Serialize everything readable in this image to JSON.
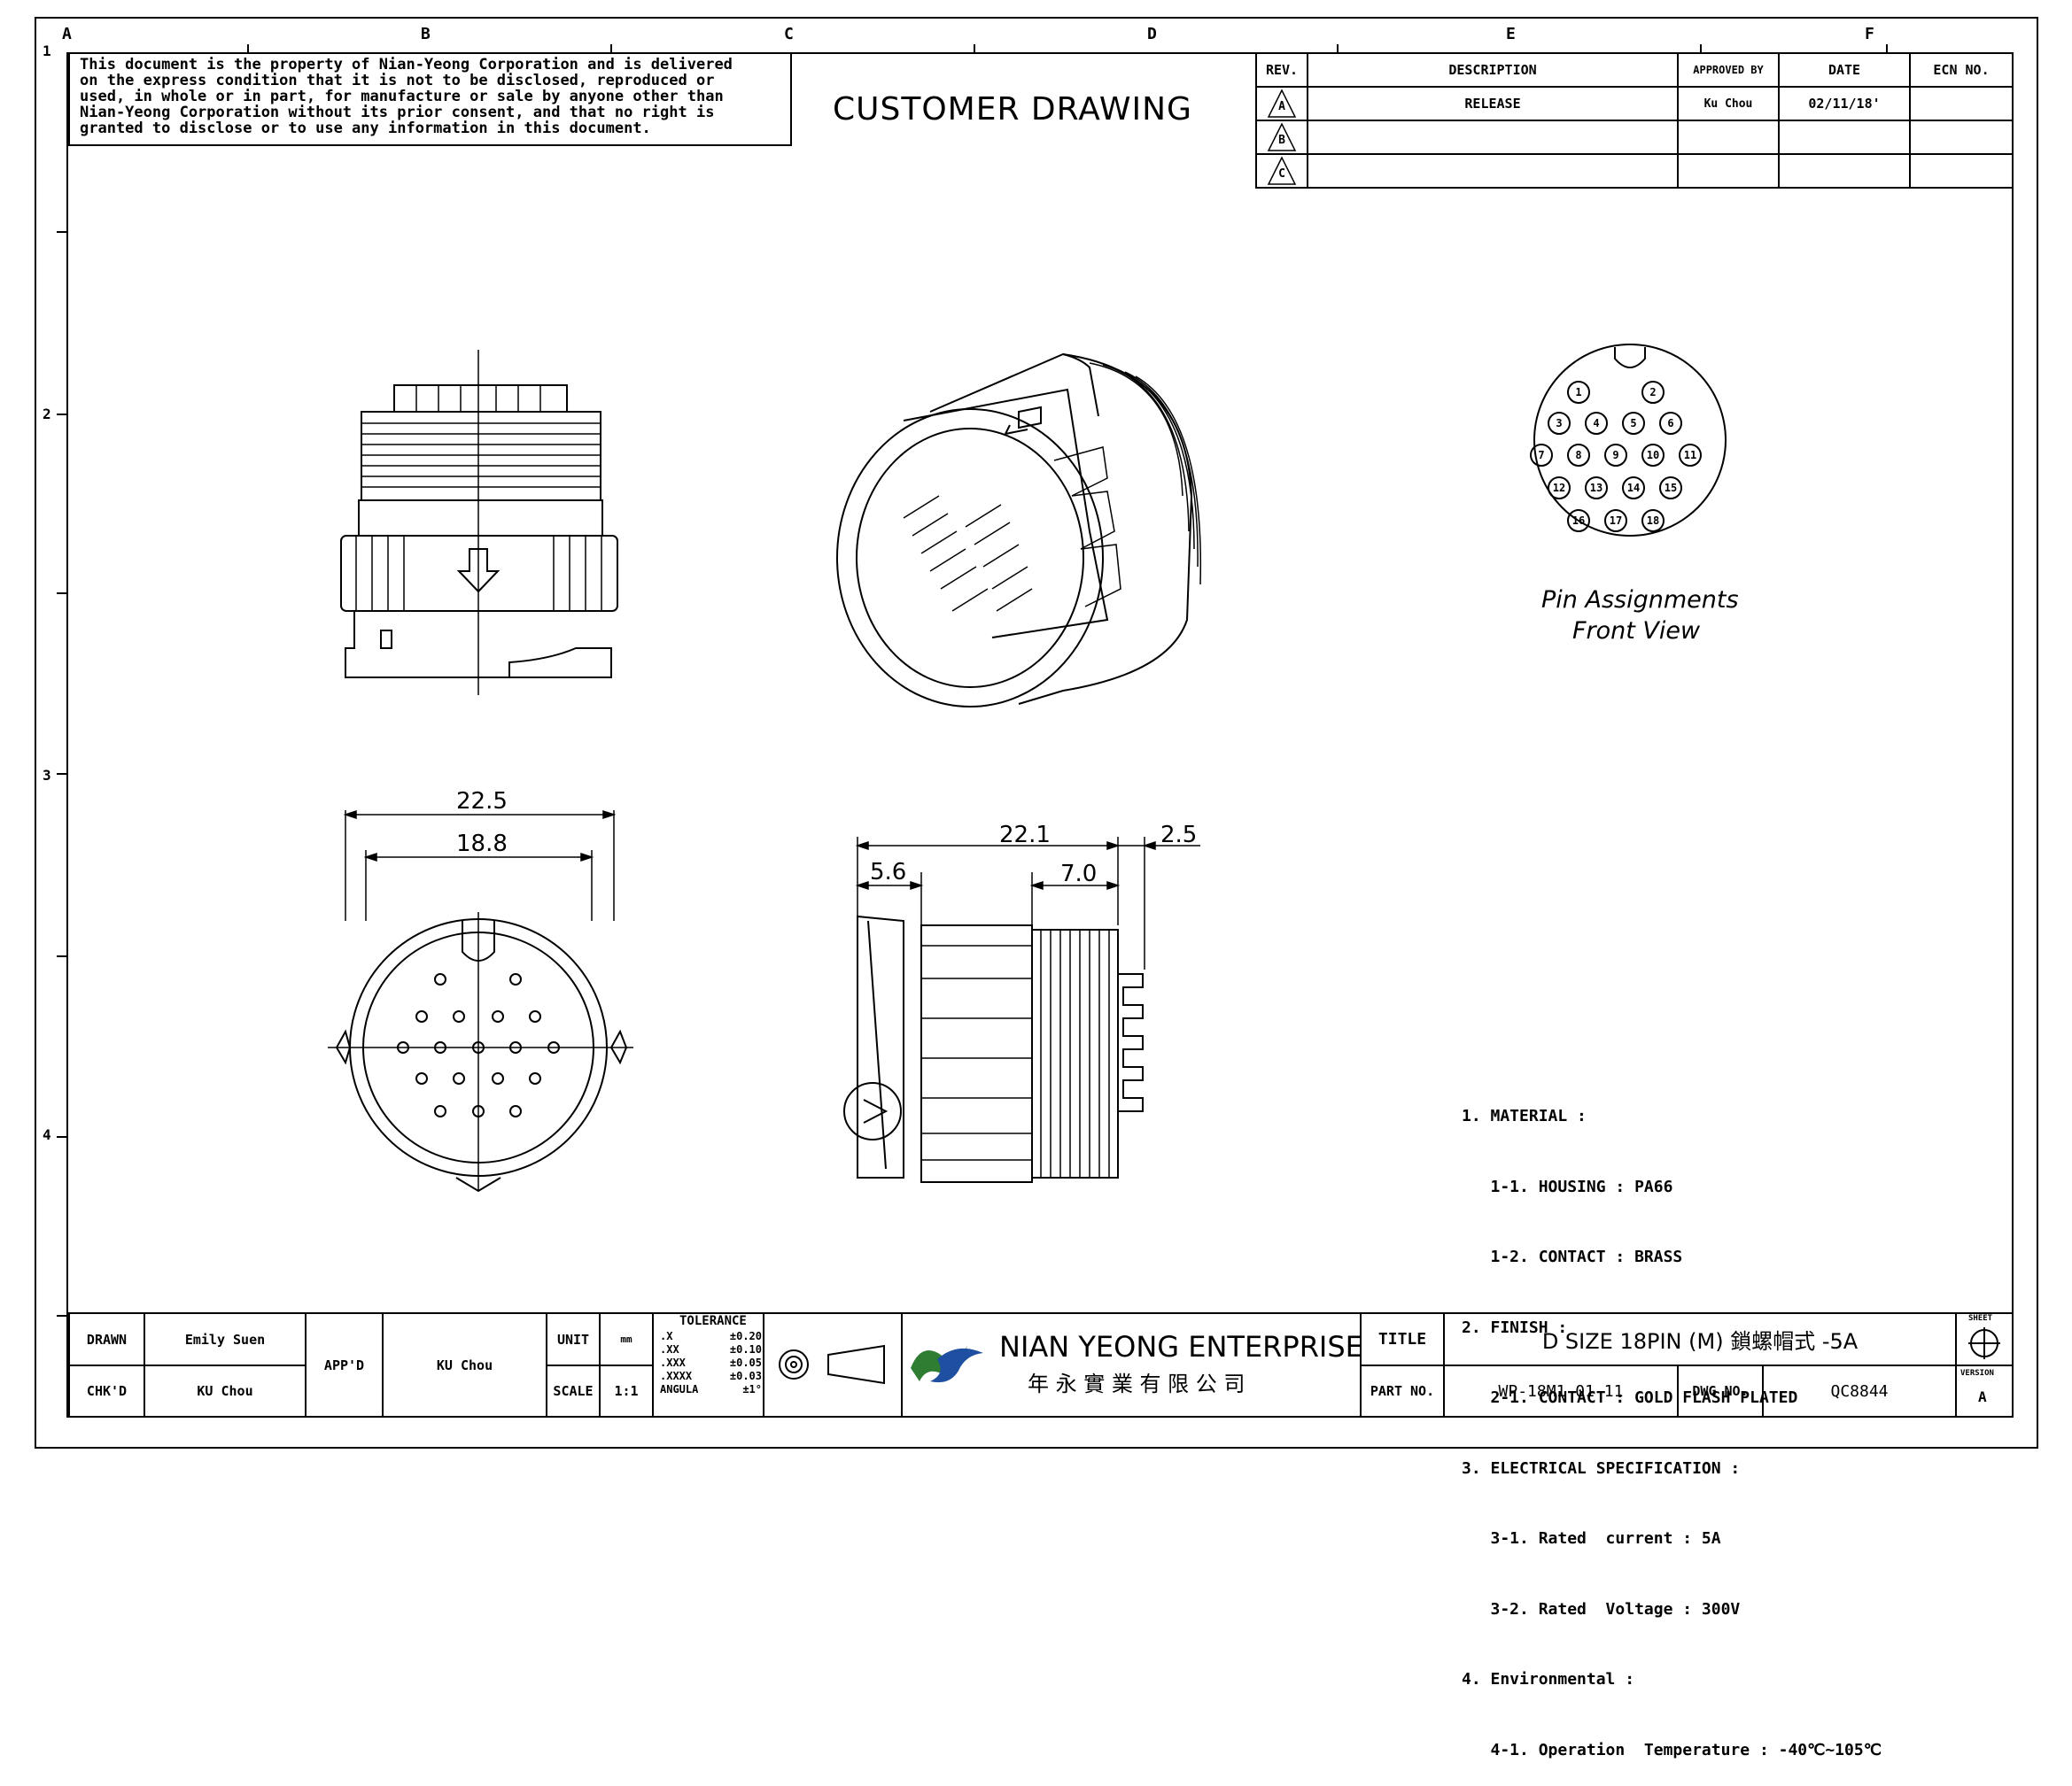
{
  "notice": [
    "This document is the property of Nian-Yeong Corporation and is delivered",
    "on  the  express condition that it is not to be disclosed, reproduced or",
    "used, in whole or in part, for manufacture or sale by anyone other than",
    "Nian-Yeong Corporation without  its prior consent, and that  no right  is",
    "granted to disclose or to use any information in this  document."
  ],
  "heading": "CUSTOMER  DRAWING",
  "grid": {
    "columns": [
      "A",
      "B",
      "C",
      "D",
      "E",
      "F"
    ],
    "rows": [
      "1",
      "2",
      "3",
      "4"
    ]
  },
  "revision_table": {
    "headers": {
      "rev": "REV.",
      "description": "DESCRIPTION",
      "approved": "APPROVED BY",
      "date": "DATE",
      "ecn": "ECN NO."
    },
    "rows": [
      {
        "rev": "A",
        "description": "RELEASE",
        "approved": "Ku Chou",
        "date": "02/11/18'",
        "ecn": ""
      },
      {
        "rev": "B",
        "description": "",
        "approved": "",
        "date": "",
        "ecn": ""
      },
      {
        "rev": "C",
        "description": "",
        "approved": "",
        "date": "",
        "ecn": ""
      }
    ]
  },
  "pin_assignments": {
    "title_line1": "Pin Assignments",
    "title_line2": "Front View",
    "pins": [
      "1",
      "2",
      "3",
      "4",
      "5",
      "6",
      "7",
      "8",
      "9",
      "10",
      "11",
      "12",
      "13",
      "14",
      "15",
      "16",
      "17",
      "18"
    ]
  },
  "dimensions": {
    "front_outer": "22.5",
    "front_inner": "18.8",
    "side_total": "22.1",
    "side_flange": "2.5",
    "side_front": "5.6",
    "side_thread": "7.0"
  },
  "notes": [
    "1. MATERIAL :",
    "   1-1. HOUSING : PA66",
    "   1-2. CONTACT : BRASS",
    "2. FINISH :",
    "   2-1. CONTACT : GOLD FLASH PLATED",
    "3. ELECTRICAL SPECIFICATION :",
    "   3-1. Rated  current : 5A",
    "   3-2. Rated  Voltage : 300V",
    "4. Environmental :",
    "   4-1. Operation  Temperature : -40℃~105℃"
  ],
  "title_block": {
    "drawn_label": "DRAWN",
    "drawn_value": "Emily Suen",
    "chkd_label": "CHK'D",
    "chkd_value": "KU Chou",
    "appd_label": "APP'D",
    "appd_value": "KU Chou",
    "unit_label": "UNIT",
    "unit_value": "mm",
    "scale_label": "SCALE",
    "scale_value": "1:1",
    "tolerance_title": "TOLERANCE",
    "tolerances": [
      {
        "k": ".X",
        "v": "±0.20"
      },
      {
        "k": ".XX",
        "v": "±0.10"
      },
      {
        "k": ".XXX",
        "v": "±0.05"
      },
      {
        "k": ".XXXX",
        "v": "±0.03"
      },
      {
        "k": "ANGULA",
        "v": "±1°"
      }
    ],
    "company_en": "NIAN YEONG ENTERPRISE",
    "company_zh": "年 永 實 業 有 限 公 司",
    "title_label": "TITLE",
    "title_value": "D SIZE 18PIN (M) 鎖螺帽式 -5A",
    "part_label": "PART NO.",
    "part_value": "WP-18M1-01-11",
    "dwg_label": "DWG NO.",
    "dwg_value": "QC8844",
    "sheet_label": "SHEET",
    "version_label": "VERSION",
    "version_value": "A"
  },
  "colors": {
    "ink": "#000000",
    "logo_green": "#2e7d32",
    "logo_blue": "#1f4fa0"
  }
}
